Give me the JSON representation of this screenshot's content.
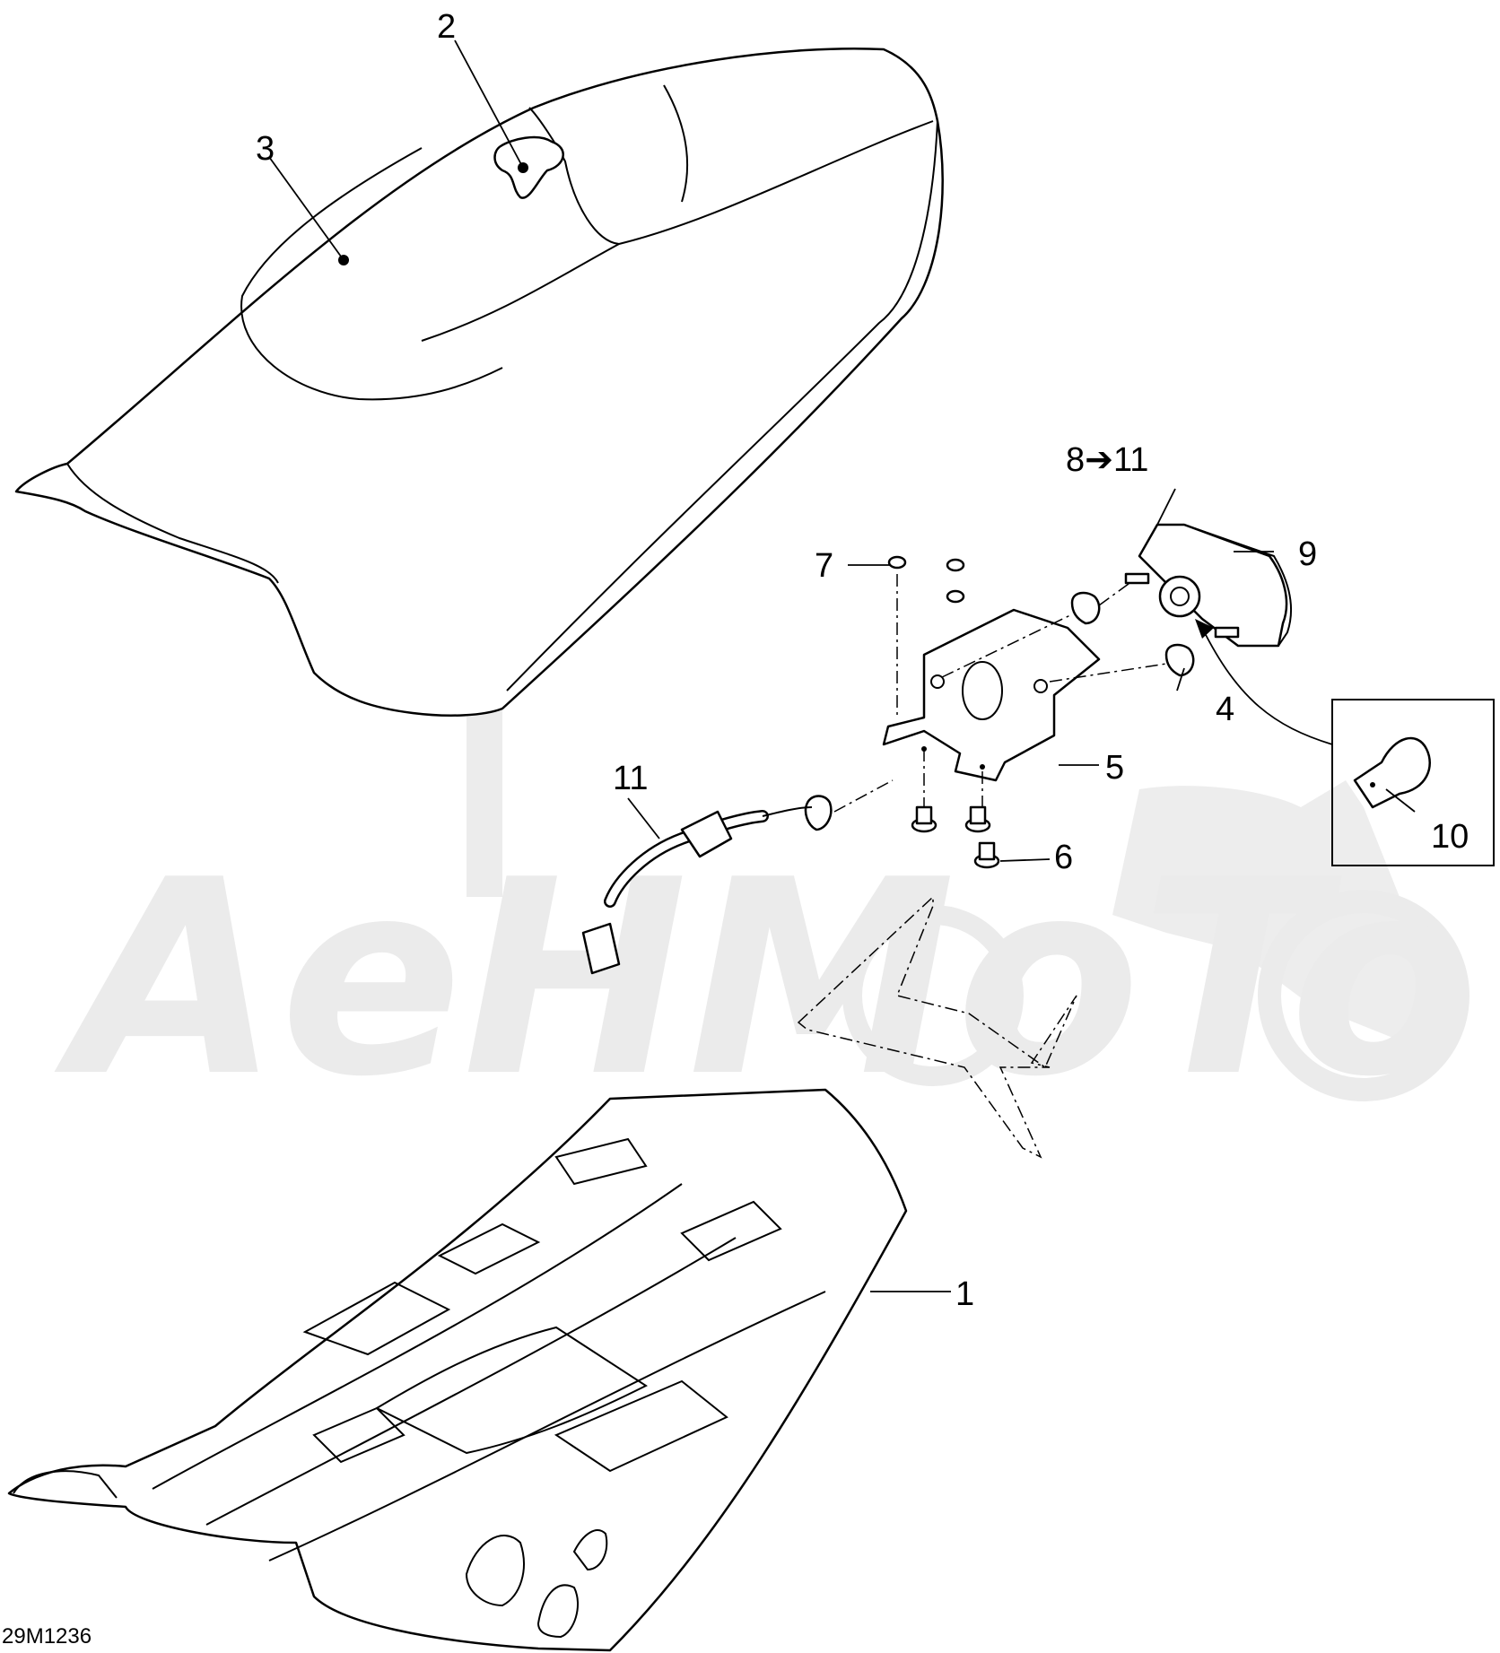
{
  "watermark": {
    "text": "AeHMoTo"
  },
  "drawing_code": "29M1236",
  "callouts": [
    {
      "id": "c1",
      "label": "1"
    },
    {
      "id": "c2",
      "label": "2"
    },
    {
      "id": "c3",
      "label": "3"
    },
    {
      "id": "c4",
      "label": "4"
    },
    {
      "id": "c5",
      "label": "5"
    },
    {
      "id": "c6",
      "label": "6"
    },
    {
      "id": "c7",
      "label": "7"
    },
    {
      "id": "c8",
      "label": "8➔11"
    },
    {
      "id": "c9",
      "label": "9"
    },
    {
      "id": "c10",
      "label": "10"
    },
    {
      "id": "c11",
      "label": "11"
    }
  ]
}
